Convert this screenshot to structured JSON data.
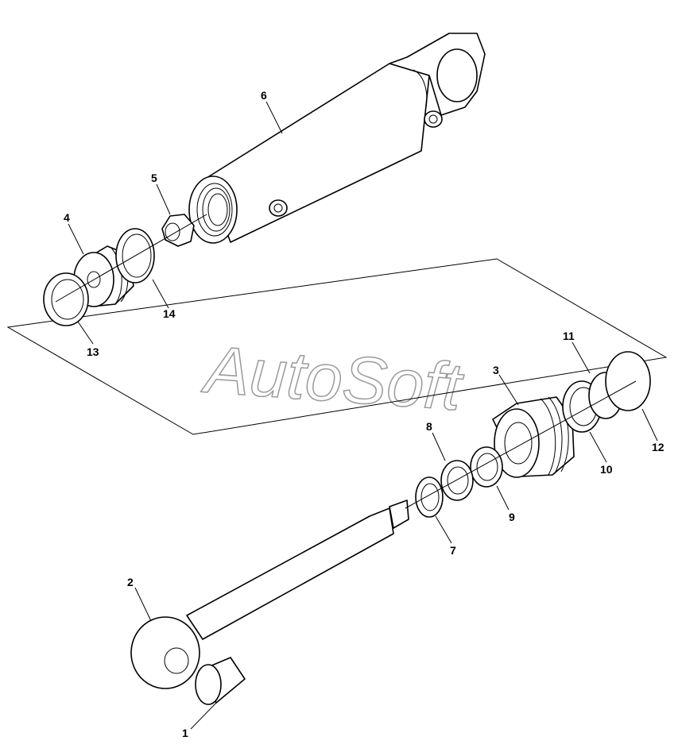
{
  "watermark": "AutoSoft",
  "callouts": [
    {
      "id": "c1",
      "label": "1"
    },
    {
      "id": "c2",
      "label": "2"
    },
    {
      "id": "c3",
      "label": "3"
    },
    {
      "id": "c4",
      "label": "4"
    },
    {
      "id": "c5",
      "label": "5"
    },
    {
      "id": "c6",
      "label": "6"
    },
    {
      "id": "c7",
      "label": "7"
    },
    {
      "id": "c8",
      "label": "8"
    },
    {
      "id": "c9",
      "label": "9"
    },
    {
      "id": "c10",
      "label": "10"
    },
    {
      "id": "c11",
      "label": "11"
    },
    {
      "id": "c12",
      "label": "12"
    },
    {
      "id": "c13",
      "label": "13"
    },
    {
      "id": "c14",
      "label": "14"
    }
  ]
}
